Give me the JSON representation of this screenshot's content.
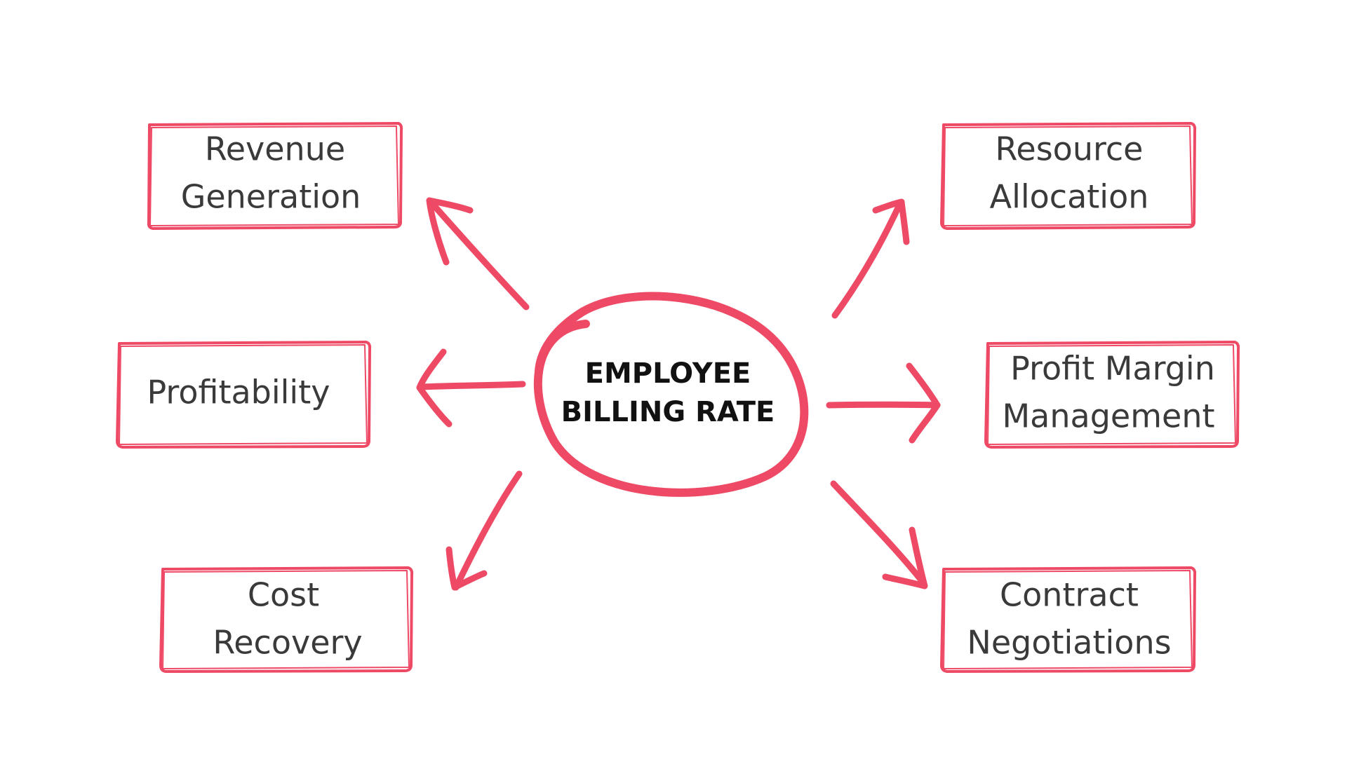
{
  "colors": {
    "accent": "#ee4a66",
    "text": "#3a3a3a",
    "center_text": "#111111",
    "background": "#ffffff"
  },
  "center": {
    "line1": "EMPLOYEE",
    "line2": "BILLING RATE"
  },
  "nodes": {
    "revenue_generation": {
      "line1": "Revenue",
      "line2": "Generation"
    },
    "profitability": {
      "line1": "Profitability"
    },
    "cost_recovery": {
      "line1": "Cost",
      "line2": "Recovery"
    },
    "resource_allocation": {
      "line1": "Resource",
      "line2": "Allocation"
    },
    "profit_margin_management": {
      "line1": "Profit Margin",
      "line2": "Management"
    },
    "contract_negotiations": {
      "line1": "Contract",
      "line2": "Negotiations"
    }
  }
}
